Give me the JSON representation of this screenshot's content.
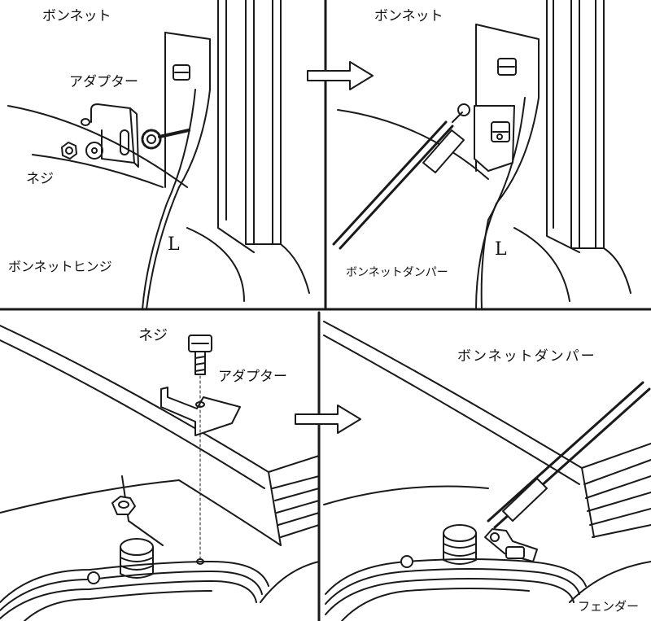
{
  "panels": {
    "top_left": {
      "bonnet": "ボンネット",
      "adapter": "アダプター",
      "screw": "ネジ",
      "hinge": "ボンネットヒンジ",
      "side": "L"
    },
    "top_right": {
      "bonnet": "ボンネット",
      "damper": "ボンネットダンパー",
      "side": "L"
    },
    "bottom_left": {
      "screw": "ネジ",
      "adapter": "アダプター"
    },
    "bottom_right": {
      "damper": "ボンネットダンパー",
      "fender": "フェンダー"
    }
  },
  "colors": {
    "line": "#1a1a1a",
    "background": "#ffffff",
    "shade": "#d9d9d9"
  },
  "icons": [
    "right-arrow-icon",
    "right-arrow-icon"
  ]
}
